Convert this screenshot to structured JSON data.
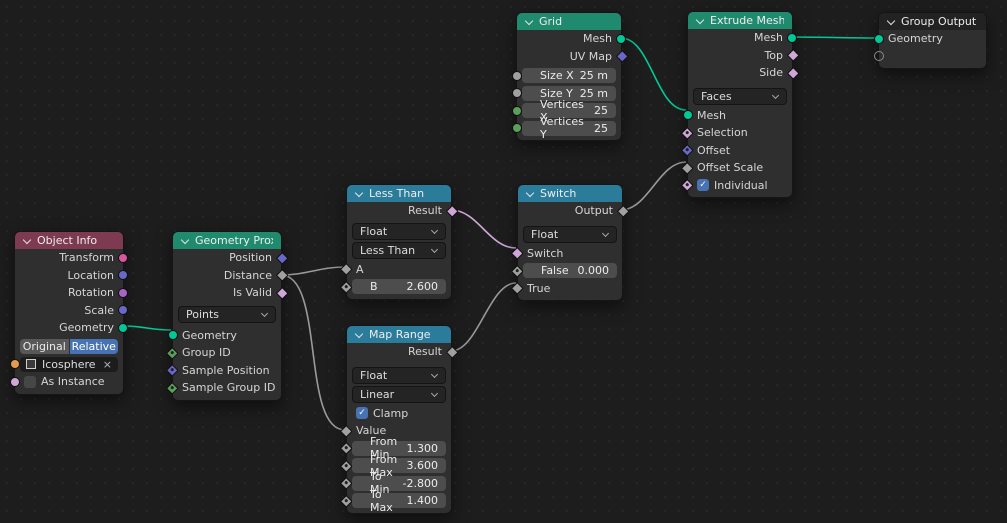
{
  "ui": {
    "check_glyph": "✓"
  },
  "colors": {
    "background": "#1d1d1d",
    "node_body": "#2f2f2f",
    "header_input": "#7d3a51",
    "header_geometry": "#1f8a6e",
    "header_converter": "#2b7b9b",
    "header_output": "#222222",
    "wire_geometry": "#00c998",
    "wire_float": "#9a9a9a",
    "wire_boolean": "#cfa6d8",
    "socket_geometry": "#00c896",
    "socket_float": "#a0a0a0",
    "socket_vector": "#6967c7",
    "socket_boolean": "#cfa6d8",
    "socket_integer": "#5c9e5c",
    "socket_object": "#e79a4e",
    "socket_matrix": "#d8559f",
    "socket_rotation": "#a663c9",
    "accent_blue": "#4772b3"
  },
  "nodes": {
    "object_info": {
      "title": "Object Info",
      "outputs": [
        "Transform",
        "Location",
        "Rotation",
        "Scale",
        "Geometry"
      ],
      "mode_buttons": [
        "Original",
        "Relative"
      ],
      "active_mode": "Relative",
      "object_field": {
        "value": "Icosphere",
        "clear_label": "×"
      },
      "as_instance": {
        "label": "As Instance",
        "checked": false
      }
    },
    "geometry_proximity": {
      "title": "Geometry Proximity",
      "outputs": [
        "Position",
        "Distance",
        "Is Valid"
      ],
      "target_dropdown": "Points",
      "inputs": [
        "Geometry",
        "Group ID",
        "Sample Position",
        "Sample Group ID"
      ]
    },
    "less_than": {
      "title": "Less Than",
      "output": "Result",
      "data_type_dropdown": "Float",
      "operation_dropdown": "Less Than",
      "input_a": "A",
      "input_b": {
        "label": "B",
        "value": "2.600"
      }
    },
    "map_range": {
      "title": "Map Range",
      "output": "Result",
      "data_type_dropdown": "Float",
      "interpolation_dropdown": "Linear",
      "clamp": {
        "label": "Clamp",
        "checked": true
      },
      "input_value": "Value",
      "fields": [
        {
          "label": "From Min",
          "value": "1.300"
        },
        {
          "label": "From Max",
          "value": "3.600"
        },
        {
          "label": "To Min",
          "value": "-2.800"
        },
        {
          "label": "To Max",
          "value": "1.400"
        }
      ]
    },
    "switch": {
      "title": "Switch",
      "output": "Output",
      "data_type_dropdown": "Float",
      "input_switch": "Switch",
      "field_false": {
        "label": "False",
        "value": "0.000"
      },
      "input_true": "True"
    },
    "grid": {
      "title": "Grid",
      "outputs": [
        "Mesh",
        "UV Map"
      ],
      "fields": [
        {
          "label": "Size X",
          "value": "25 m"
        },
        {
          "label": "Size Y",
          "value": "25 m"
        },
        {
          "label": "Vertices X",
          "value": "25"
        },
        {
          "label": "Vertices Y",
          "value": "25"
        }
      ]
    },
    "extrude_mesh": {
      "title": "Extrude Mesh",
      "outputs": [
        "Mesh",
        "Top",
        "Side"
      ],
      "mode_dropdown": "Faces",
      "inputs": [
        "Mesh",
        "Selection",
        "Offset",
        "Offset Scale"
      ],
      "individual": {
        "label": "Individual",
        "checked": true
      }
    },
    "group_output": {
      "title": "Group Output",
      "input": "Geometry"
    }
  }
}
